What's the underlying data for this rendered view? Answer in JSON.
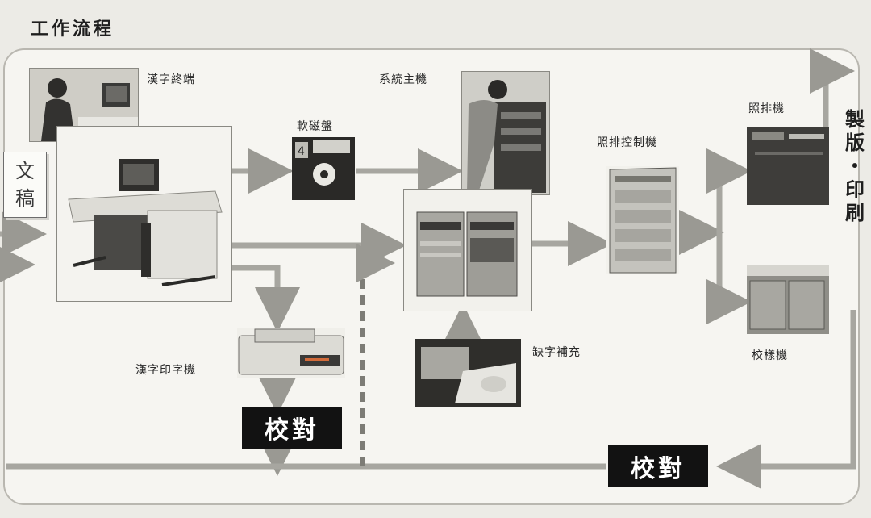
{
  "title": "工作流程",
  "input_doc": [
    "文",
    "稿"
  ],
  "nodes": {
    "kanji_terminal": "漢字終端",
    "floppy_disk": "軟磁盤",
    "host_system": "系統主機",
    "typesetting_controller": "照排控制機",
    "phototypesetter": "照排機",
    "proof_machine": "校樣機",
    "kanji_printer": "漢字印字機",
    "missing_char_supplement": "缺字補充"
  },
  "floppy_digit": "4",
  "proofread_labels": [
    "校對",
    "校對"
  ],
  "output_label": [
    "製",
    "版",
    "・",
    "印",
    "刷"
  ],
  "colors": {
    "arrow": "#a4a39d",
    "arrow_dark": "#8a8983",
    "stamp_bg": "#121212",
    "frame": "#b9b7b0"
  }
}
